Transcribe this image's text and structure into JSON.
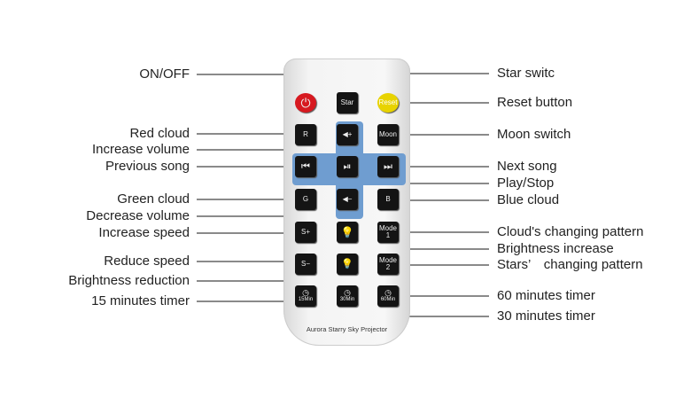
{
  "left_labels": [
    "ON/OFF",
    "Red cloud",
    "Increase volume",
    "Previous song",
    "Green cloud",
    "Decrease volume",
    "Increase speed",
    "Reduce speed",
    "Brightness reduction",
    "15 minutes timer"
  ],
  "right_labels": [
    "Star switc",
    "Reset button",
    "Moon switch",
    "Next song",
    "Play/Stop",
    "Blue cloud",
    "Cloud's changing pattern",
    "Brightness increase",
    "Stars’　changing pattern",
    "60 minutes timer",
    "30 minutes timer"
  ],
  "remote": {
    "brand": "Aurora Starry Sky Projector",
    "buttons": {
      "power": "⏻",
      "star": "Star",
      "reset": "Reset",
      "r": "R",
      "vol_up": "◀+",
      "moon": "Moon",
      "prev": "⏮",
      "play": "⏯",
      "next": "⏭",
      "g": "G",
      "vol_down": "◀−",
      "b": "B",
      "s_plus": "S+",
      "mode1": "Mode 1",
      "s_minus": "S−",
      "mode2": "Mode 2",
      "t15": "15Min",
      "t30": "30Min",
      "t60": "60Min"
    },
    "colors": {
      "power": "#d71920",
      "reset": "#e8d300",
      "pad": "#6f9dd0"
    }
  }
}
